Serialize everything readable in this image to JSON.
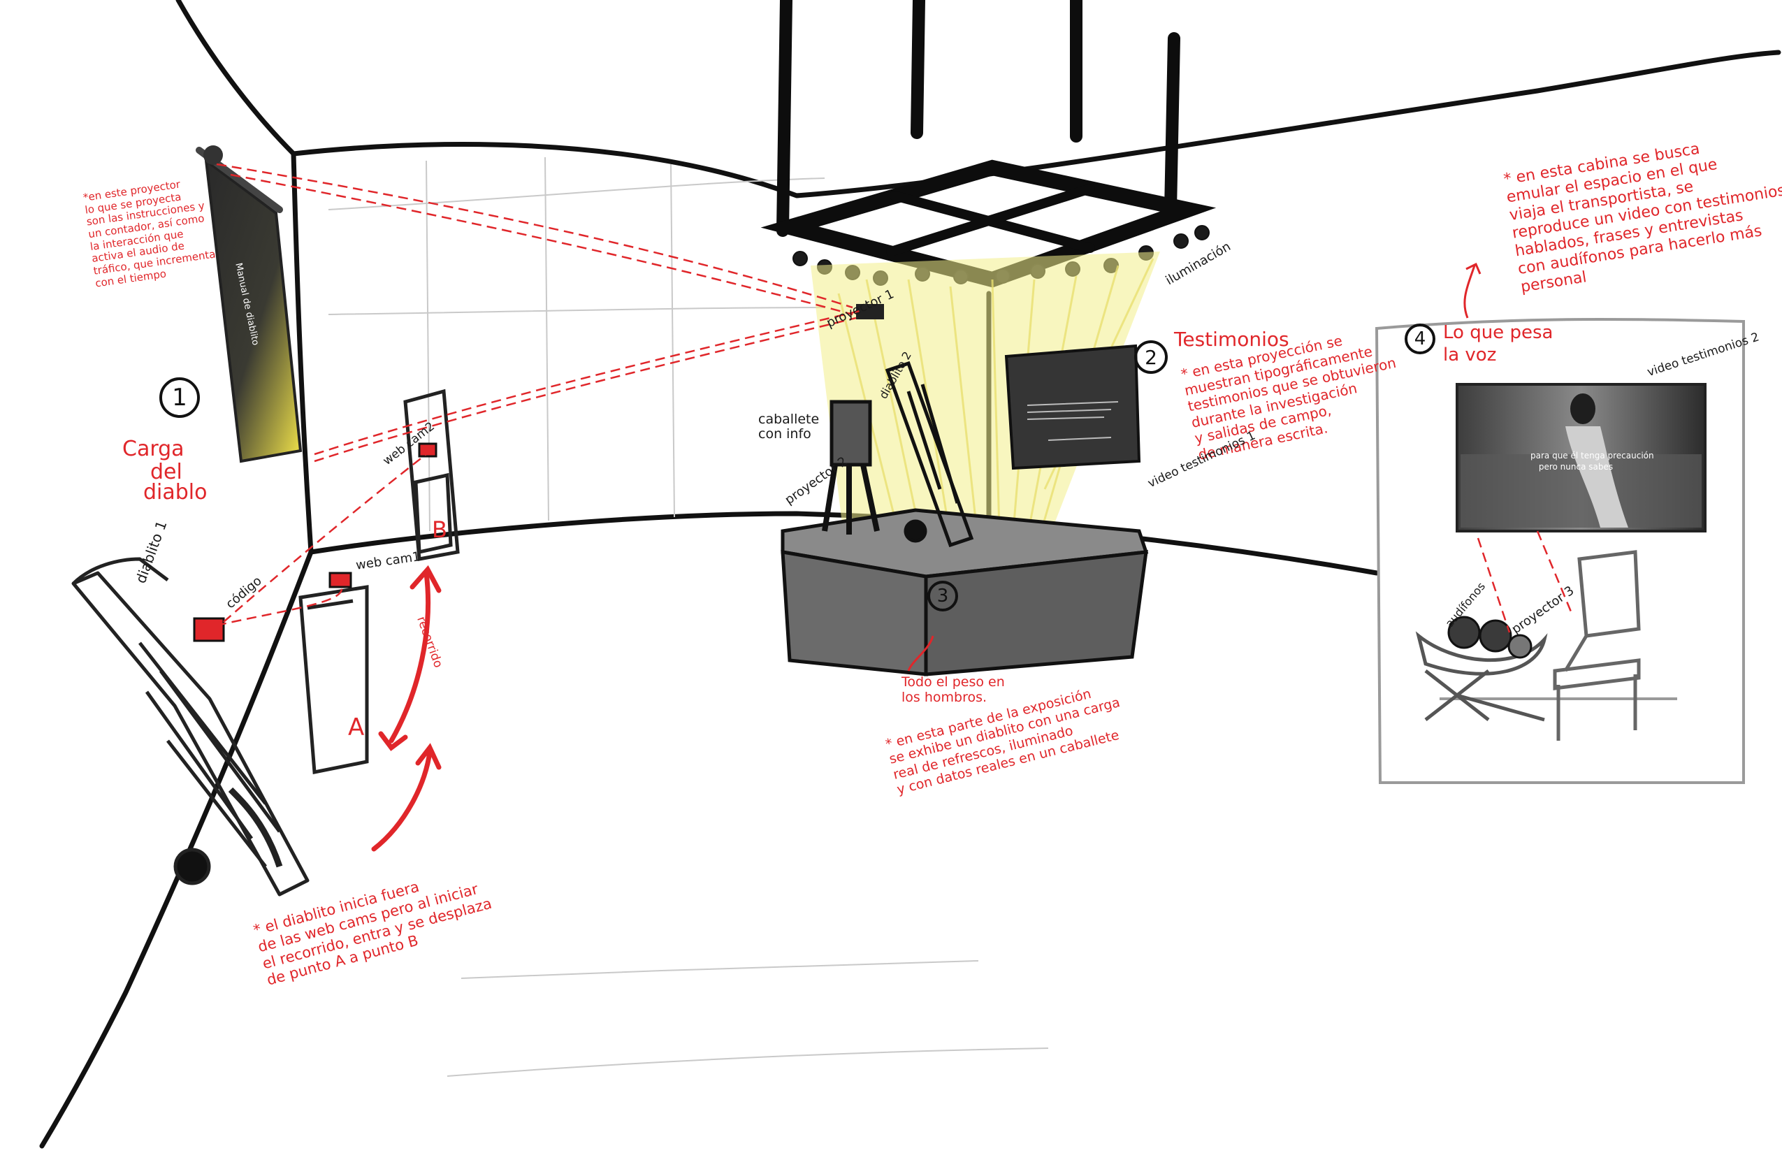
{
  "sections": {
    "s1": {
      "number": "1",
      "title_line1": "Carga",
      "title_line2": "del",
      "title_line3": "diablo"
    },
    "s2": {
      "number": "2",
      "title": "Testimonios"
    },
    "s3": {
      "number": "3"
    },
    "s4": {
      "number": "4",
      "title_line1": "Lo que pesa",
      "title_line2": "la voz"
    }
  },
  "notes": {
    "projector_note": [
      "*en este proyector",
      "lo que se proyecta",
      "son las instrucciones y",
      "un contador, así como",
      "la interacción que",
      "activa el audio de",
      "tráfico, que incrementa",
      "con el tiempo"
    ],
    "testimonios_note": [
      "* en esta proyección se",
      "muestran tipográficamente",
      "testimonios que se obtuvieron",
      "durante la investigación",
      "y salidas de campo,",
      "de manera escrita."
    ],
    "cabina_note": [
      "* en esta cabina se busca",
      "emular el espacio en el que",
      "viaja el transportista, se",
      "reproduce un video con testimonios",
      "hablados, frases y entrevistas",
      "con audífonos para hacerlo más",
      "personal"
    ],
    "exhibit_note": [
      "* en esta parte de la exposición",
      "se exhibe un diablito con una carga",
      "real de refrescos, iluminado",
      "y con datos reales en un caballete"
    ],
    "peso_note": [
      "Todo el peso en",
      "los hombros."
    ],
    "diablito_note": [
      "* el diablito inicia fuera",
      "de las web cams pero al iniciar",
      "el recorrido, entra y se desplaza",
      "de punto A a punto B"
    ]
  },
  "labels": {
    "diablito1": "diablito 1",
    "codigo": "código",
    "webcam1": "web cam1",
    "webcam2": "web cam2",
    "recorrido": "recorrido",
    "point_a": "A",
    "point_b": "B",
    "proyector1": "proyector 1",
    "proyector2": "proyector 2",
    "proyector3": "proyector 3",
    "iluminacion": "iluminación",
    "caballete": "caballete con info",
    "diablito2": "diablito 2",
    "video1": "video testimonios 1",
    "video2": "video testimonios 2",
    "audifonos": "audífonos"
  },
  "screens": {
    "video2_subtitle_line1": "para que él tenga precaución",
    "video2_subtitle_line2": "pero nunca sabes",
    "projection1_text": "Manual de diablito"
  },
  "colors": {
    "accent_red": "#e0262a",
    "ink": "#111111",
    "platform_gray": "#6b6b6b",
    "light_yellow": "#f3ef8a"
  }
}
